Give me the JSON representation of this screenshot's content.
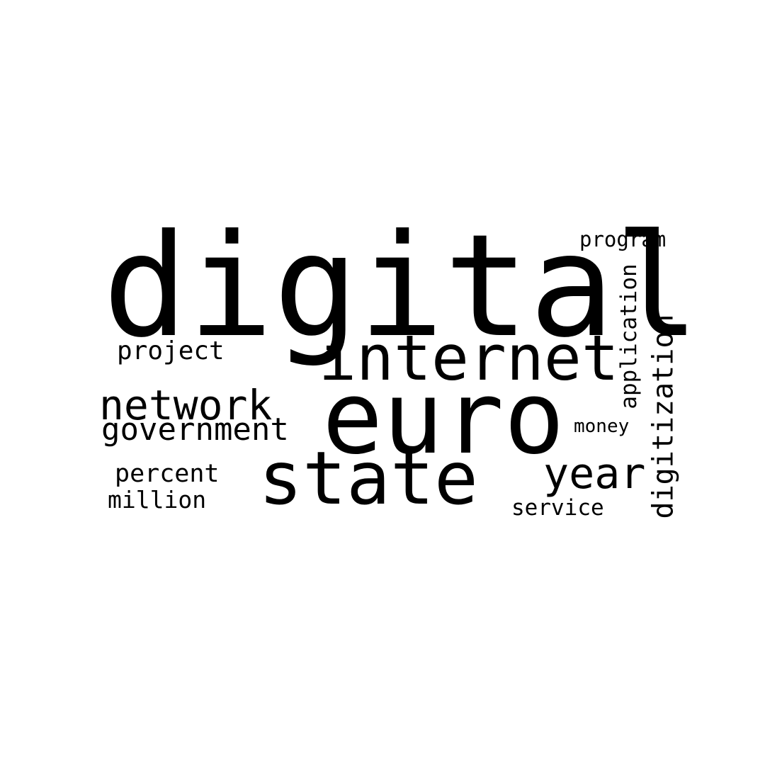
{
  "wordcloud": {
    "words": [
      {
        "text": "digital"
      },
      {
        "text": "internet"
      },
      {
        "text": "euro"
      },
      {
        "text": "state"
      },
      {
        "text": "network"
      },
      {
        "text": "government"
      },
      {
        "text": "project"
      },
      {
        "text": "percent"
      },
      {
        "text": "million"
      },
      {
        "text": "year"
      },
      {
        "text": "money"
      },
      {
        "text": "service"
      },
      {
        "text": "program"
      },
      {
        "text": "application"
      },
      {
        "text": "digitization"
      }
    ],
    "colors": {
      "text": "#000000",
      "background": "#ffffff"
    }
  }
}
